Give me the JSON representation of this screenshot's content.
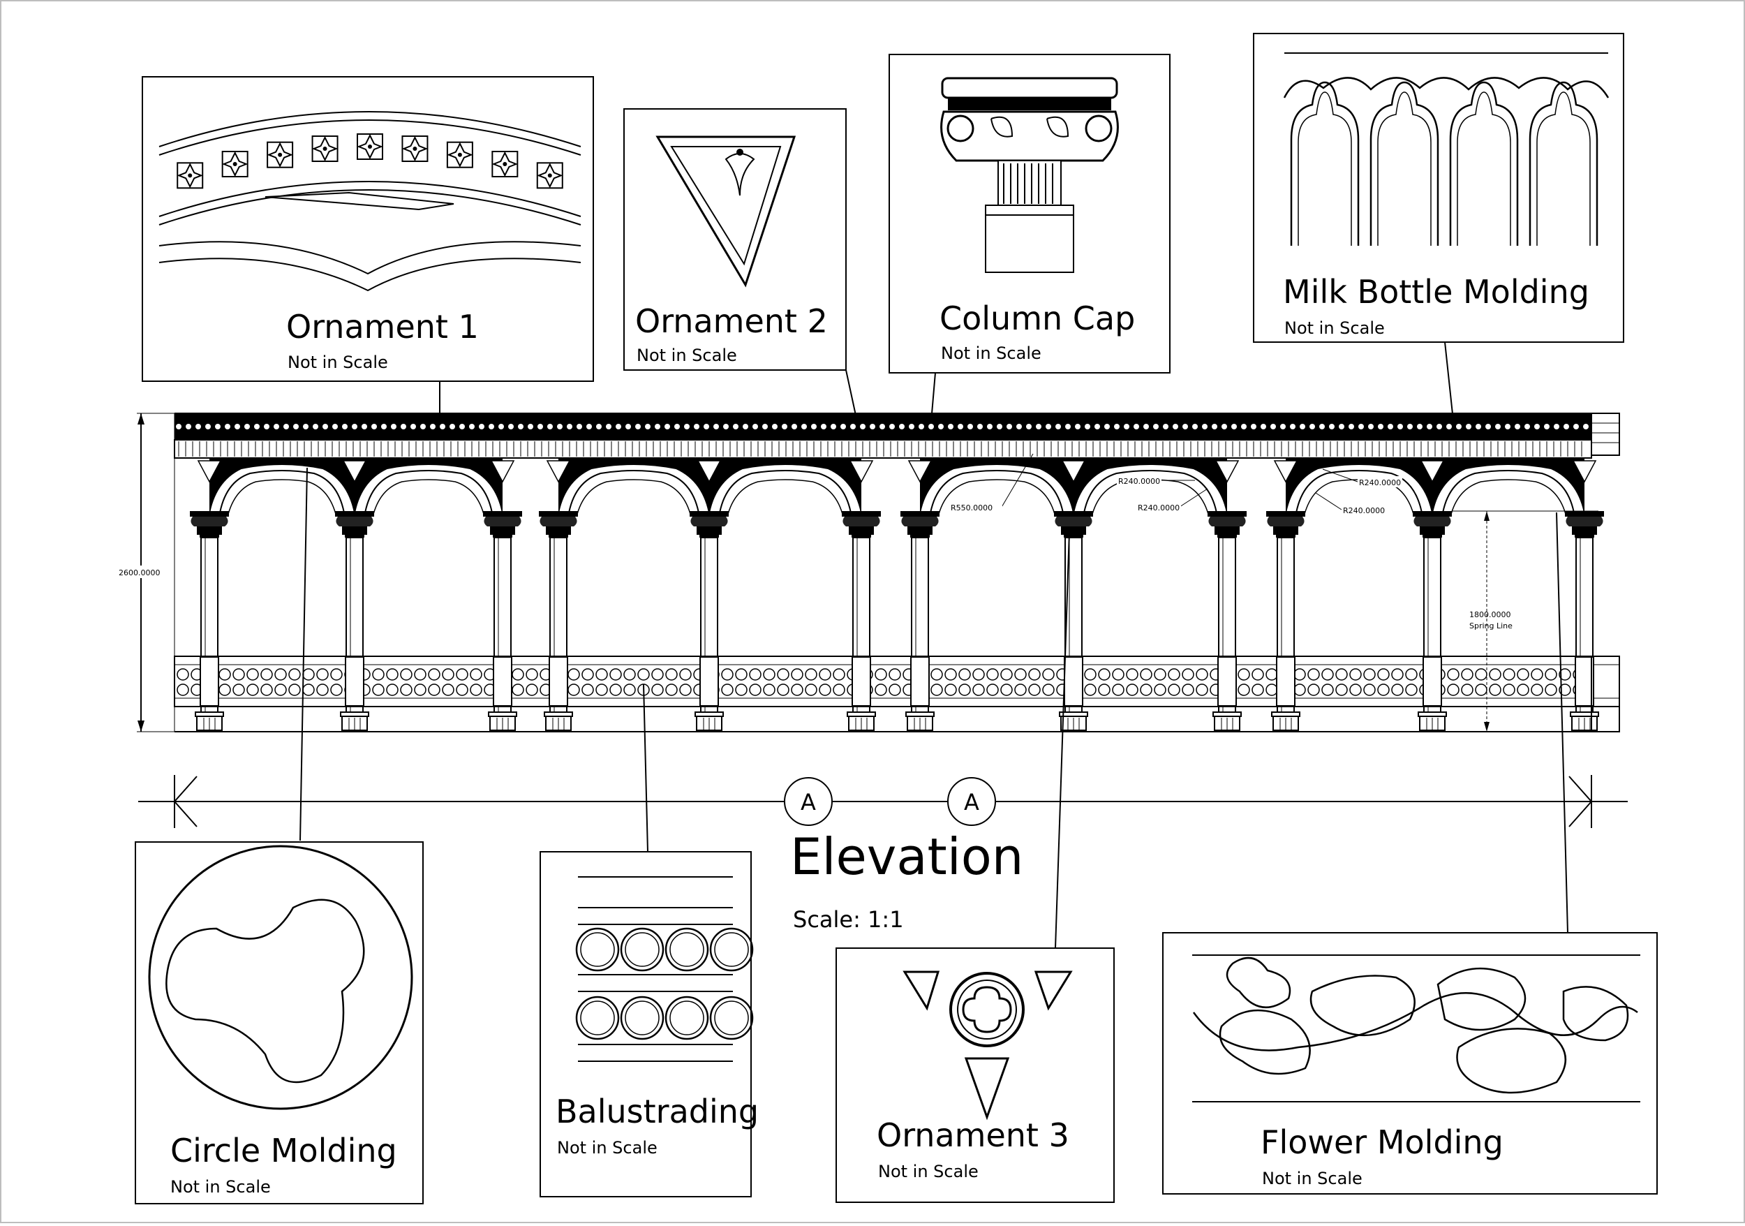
{
  "drawing": {
    "title": "Elevation",
    "scale": "Scale: 1:1",
    "section_markers": [
      "A",
      "A"
    ]
  },
  "details": {
    "ornament1": {
      "label": "Ornament  1",
      "note": "Not in Scale"
    },
    "ornament2": {
      "label": "Ornament  2",
      "note": "Not in Scale"
    },
    "column_cap": {
      "label": "Column Cap",
      "note": "Not in Scale"
    },
    "milk_bottle": {
      "label": "Milk Bottle Molding",
      "note": "Not in Scale"
    },
    "circle_molding": {
      "label": "Circle Molding",
      "note": "Not in Scale"
    },
    "balustrading": {
      "label": "Balustrading",
      "note": ""
    },
    "balustrading_note": "Not in Scale",
    "ornament3": {
      "label": "Ornament  3",
      "note": "Not in Scale"
    },
    "flower_molding": {
      "label": "Flower Molding",
      "note": "Not in Scale"
    }
  },
  "dimensions": {
    "overall_height": "2600.0000",
    "spring_line_value": "1800.0000",
    "spring_line_label": "Spring Line",
    "radius_main": "R550.0000",
    "radius_a": "R240.0000",
    "radius_b": "R240.0000",
    "radius_c": "R240.0000",
    "radius_d": "R240.0000"
  }
}
